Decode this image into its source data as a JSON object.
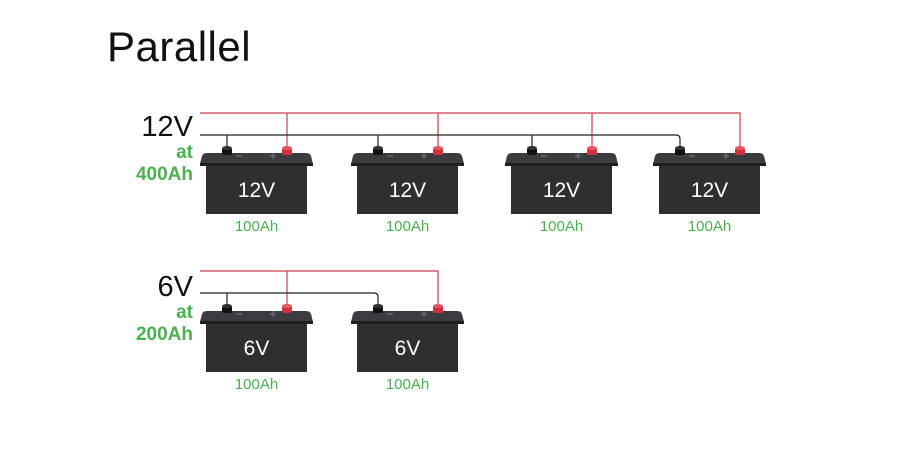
{
  "title": "Parallel",
  "colors": {
    "positive_wire": "#cc3d4a",
    "negative_wire": "#222222",
    "battery_body": "#2e2f31",
    "battery_lid": "#3b3c3f",
    "terminal_red": "#d32f3e",
    "terminal_black": "#111111",
    "accent_green": "#4caf50",
    "label_text": "#ffffff"
  },
  "icons": {
    "battery": "car-battery-icon",
    "plus": "plus-sign",
    "minus": "minus-sign"
  },
  "systems": [
    {
      "voltage": "12V",
      "at": "at",
      "capacity": "400Ah",
      "batteries": [
        {
          "voltage": "12V",
          "capacity": "100Ah"
        },
        {
          "voltage": "12V",
          "capacity": "100Ah"
        },
        {
          "voltage": "12V",
          "capacity": "100Ah"
        },
        {
          "voltage": "12V",
          "capacity": "100Ah"
        }
      ]
    },
    {
      "voltage": "6V",
      "at": "at",
      "capacity": "200Ah",
      "batteries": [
        {
          "voltage": "6V",
          "capacity": "100Ah"
        },
        {
          "voltage": "6V",
          "capacity": "100Ah"
        }
      ]
    }
  ]
}
